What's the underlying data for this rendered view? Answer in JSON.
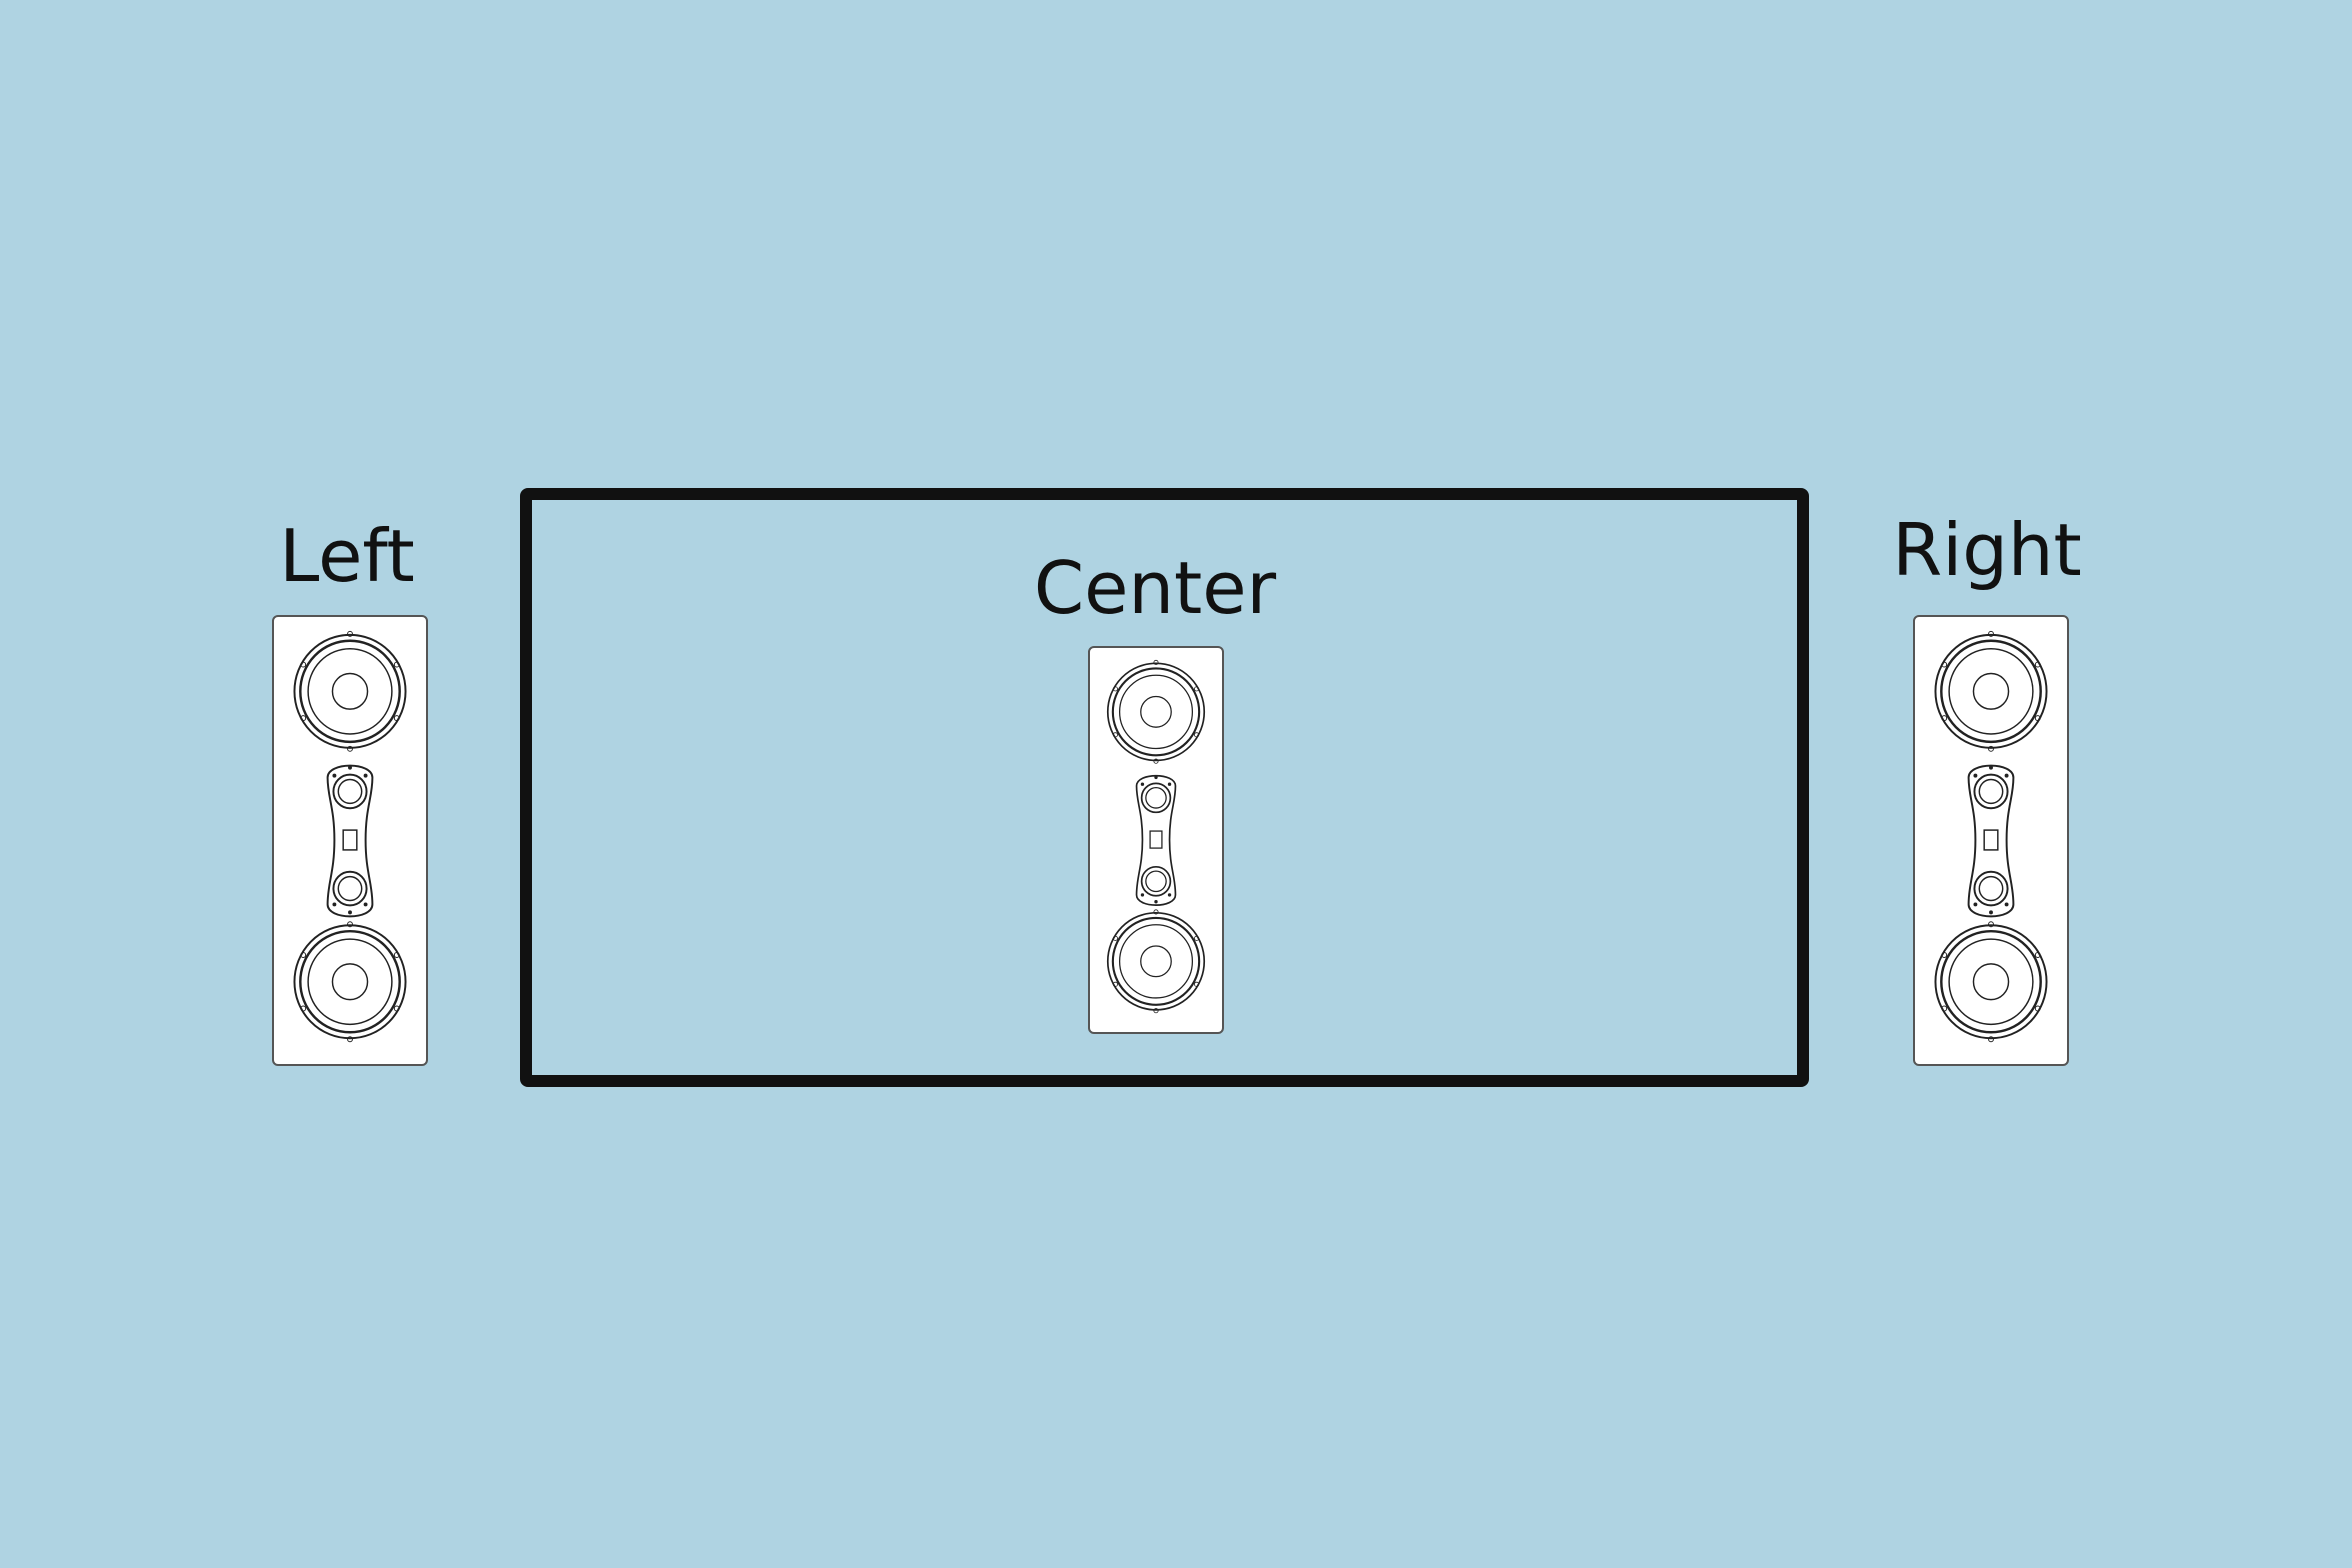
{
  "diagram": {
    "background_color": "#afd3e2",
    "screen_border_color": "#111111",
    "labels": {
      "left": "Left",
      "center": "Center",
      "right": "Right"
    },
    "speakers": [
      {
        "position": "left",
        "icon": "in-wall-speaker-icon"
      },
      {
        "position": "center",
        "icon": "in-wall-speaker-icon"
      },
      {
        "position": "right",
        "icon": "in-wall-speaker-icon"
      }
    ]
  }
}
